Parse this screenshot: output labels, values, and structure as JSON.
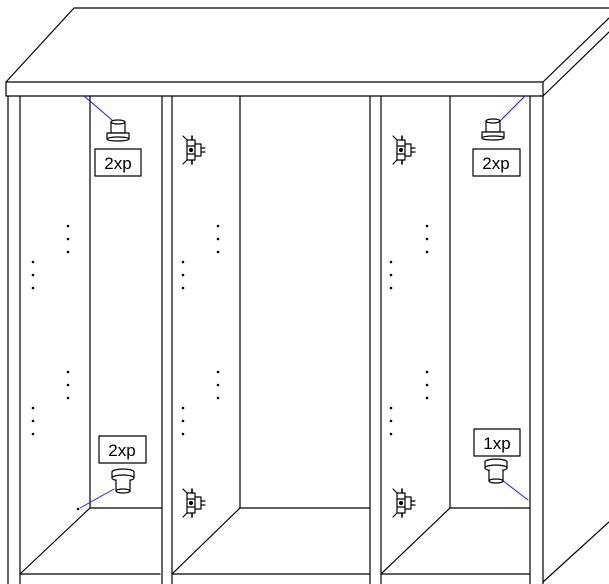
{
  "labels": {
    "top_left": "2xp",
    "top_right": "2xp",
    "bottom_left": "2xp",
    "bottom_right": "1xp"
  },
  "colors": {
    "line": "#000000",
    "leader": "#1a1aff",
    "background": "#ffffff"
  },
  "icons": {
    "hinge": "door-hinge-icon",
    "shelf_support": "shelf-support-peg-icon"
  }
}
